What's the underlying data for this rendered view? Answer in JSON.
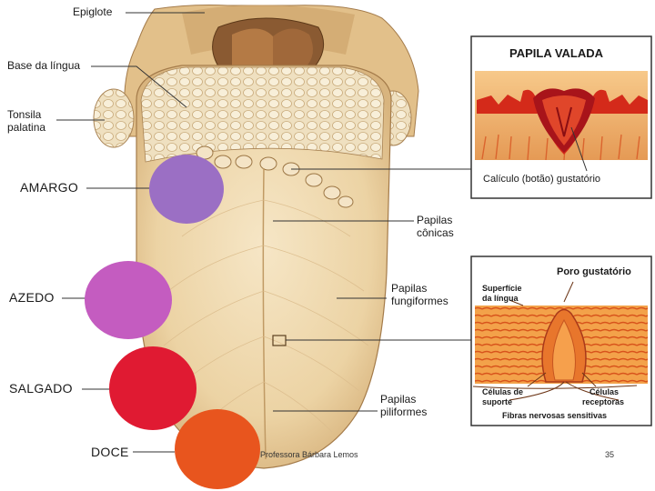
{
  "labels": {
    "epiglote": "Epiglote",
    "base_lingua": "Base da língua",
    "tonsila_1": "Tonsila",
    "tonsila_2": "palatina",
    "papilas_conicas_1": "Papilas",
    "papilas_conicas_2": "cônicas",
    "papilas_fungiformes_1": "Papilas",
    "papilas_fungiformes_2": "fungiformes",
    "papilas_piliformes_1": "Papilas",
    "papilas_piliformes_2": "piliformes"
  },
  "tastes": [
    {
      "label": "AMARGO",
      "color": "#9b6fc4"
    },
    {
      "label": "AZEDO",
      "color": "#c45cc0"
    },
    {
      "label": "SALGADO",
      "color": "#e01a32"
    },
    {
      "label": "DOCE",
      "color": "#e8551e"
    }
  ],
  "panel_valada": {
    "title": "PAPILA VALADA",
    "caption": "Calículo (botão) gustatório"
  },
  "panel_botao": {
    "poro": "Poro gustatório",
    "superficie_1": "Superfície",
    "superficie_2": "da língua",
    "celulas_suporte_1": "Células de",
    "celulas_suporte_2": "suporte",
    "celulas_receptoras_1": "Células",
    "celulas_receptoras_2": "receptoras",
    "fibras": "Fibras nervosas sensitivas"
  },
  "footer": {
    "author": "Professora Bárbara Lemos",
    "page": "35"
  },
  "colors": {
    "tongue": "#efd9b0",
    "tongue_shade": "#d9b984",
    "tissue": "#e8a066",
    "panel_bg": "#f4b060",
    "red": "#d42a1a"
  }
}
